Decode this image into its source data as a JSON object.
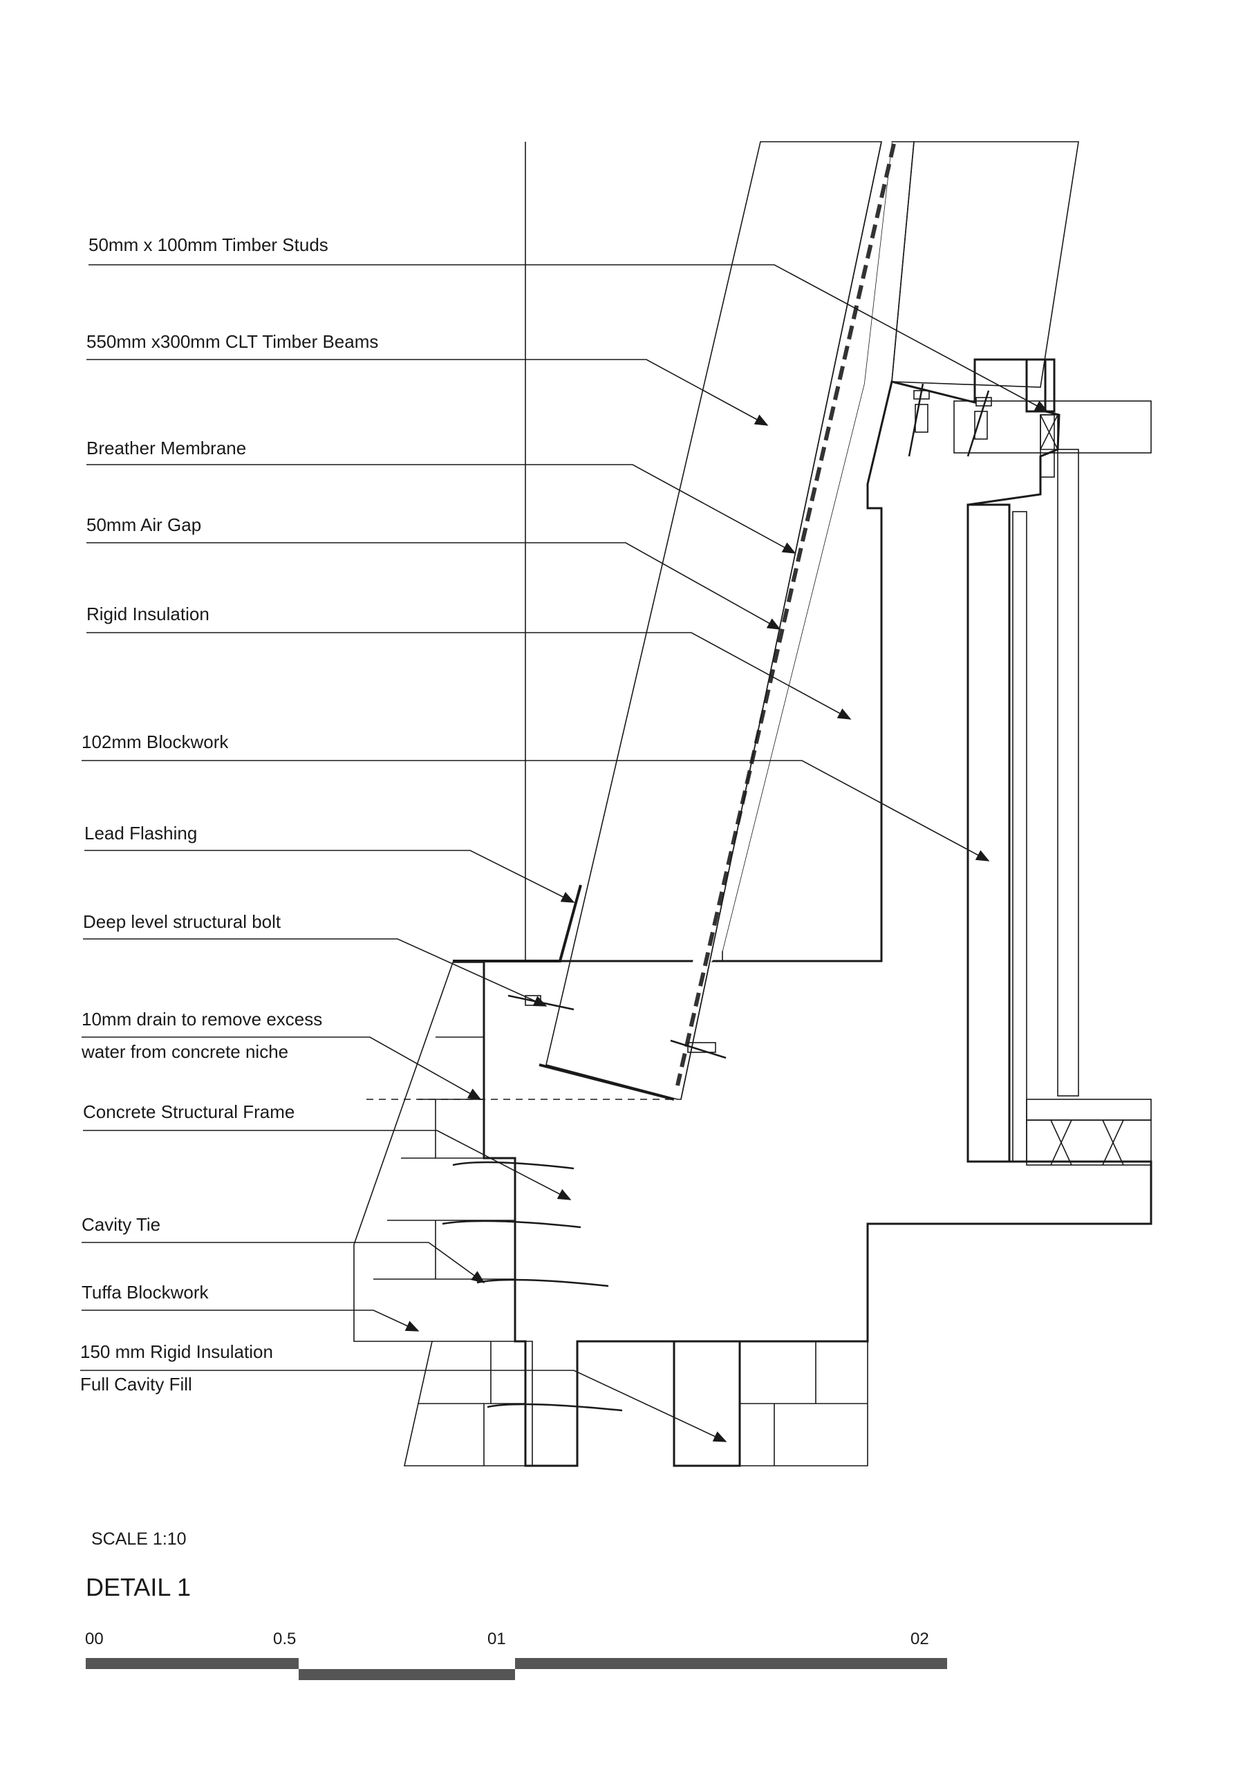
{
  "labels": {
    "timber_studs": "50mm x 100mm Timber Studs",
    "clt_beams": "550mm x300mm CLT Timber Beams",
    "breather_membrane": "Breather Membrane",
    "air_gap": "50mm Air Gap",
    "rigid_insulation": "Rigid Insulation",
    "blockwork_102": "102mm Blockwork",
    "lead_flashing": "Lead Flashing",
    "structural_bolt": "Deep level structural bolt",
    "drain_line1": "10mm drain to remove excess",
    "drain_line2": "water from concrete niche",
    "concrete_frame": "Concrete Structural Frame",
    "cavity_tie": "Cavity Tie",
    "tuffa_blockwork": "Tuffa Blockwork",
    "cavity_insulation_line1": "150 mm Rigid Insulation",
    "cavity_insulation_line2": "Full Cavity Fill"
  },
  "title": {
    "scale": "SCALE 1:10",
    "detail": "DETAIL 1"
  },
  "scale_bar": {
    "ticks": [
      "00",
      "0.5",
      "01",
      "02"
    ]
  },
  "colors": {
    "timber": "#f5e2d8",
    "insulation": "#f4ecbc",
    "concrete": "#dcdad6",
    "tuffa": "#f7efcc",
    "stud_wall": "#efd8c8",
    "line": "#1a1a1a",
    "scale_bar": "#555555"
  }
}
